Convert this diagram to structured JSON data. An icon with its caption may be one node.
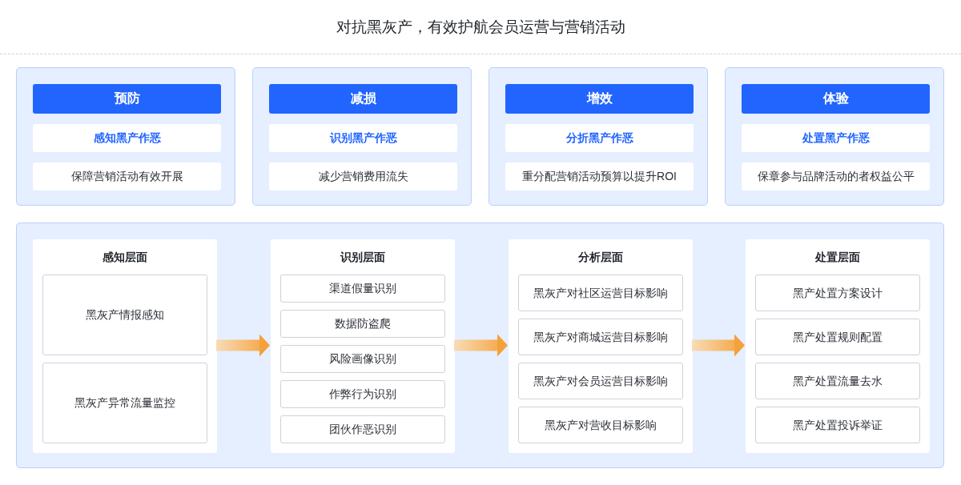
{
  "diagram": {
    "title": "对抗黑灰产，有效护航会员运营与营销活动",
    "nodes": [
      {
        "text": [],
        "shape": "box"
      },
      {
        "text": [
          "预防"
        ],
        "in": 0
      },
      {
        "text": [
          "感知黑产作恶"
        ],
        "in": 0
      },
      {
        "text": [
          "保障营销活动有效开展"
        ],
        "in": 0
      },
      {
        "text": [],
        "shape": "box"
      },
      {
        "text": [
          "减损"
        ],
        "in": 4
      },
      {
        "text": [
          "识别黑产作恶"
        ],
        "in": 4
      },
      {
        "text": [
          "减少营销费用流失"
        ],
        "in": 4
      },
      {
        "text": [],
        "shape": "box"
      },
      {
        "text": [
          "增效"
        ],
        "in": 8
      },
      {
        "text": [
          "分折黑产作恶"
        ],
        "in": 8
      },
      {
        "text": [
          "重分配营销活动预算以提升ROI"
        ],
        "in": 8
      },
      {
        "text": [],
        "shape": "box"
      },
      {
        "text": [
          "体验"
        ],
        "in": 12
      },
      {
        "text": [
          "处置黑产作恶"
        ],
        "in": 12
      },
      {
        "text": [
          "保章参与品牌活动的者权益公平"
        ],
        "in": 12
      },
      {
        "text": [],
        "shape": "box"
      },
      {
        "text": [
          "感知层面"
        ],
        "in": 16
      },
      {
        "text": [
          "黑灰产情报感知"
        ],
        "in": 17
      },
      {
        "text": [
          "黑灰产异常流量监控"
        ],
        "in": 17
      },
      {
        "text": [
          "识别层面"
        ],
        "in": 16
      },
      {
        "text": [
          "渠道假量识别"
        ],
        "in": 20
      },
      {
        "text": [
          "数据防盗爬"
        ],
        "in": 20
      },
      {
        "text": [
          "风险画像识别"
        ],
        "in": 20
      },
      {
        "text": [
          "作弊行为识别"
        ],
        "in": 20
      },
      {
        "text": [
          "团伙作恶识别"
        ],
        "in": 20
      },
      {
        "text": [
          "分析层面"
        ],
        "in": 16
      },
      {
        "text": [
          "黑灰产对社区运营目标影响"
        ],
        "in": 26
      },
      {
        "text": [
          "黑灰产对商城运营目标影响"
        ],
        "in": 26
      },
      {
        "text": [
          "黑灰产对会员运营目标影响"
        ],
        "in": 26
      },
      {
        "text": [
          "黑灰产对营收目标影响"
        ],
        "in": 26
      },
      {
        "text": [
          "处置层面"
        ],
        "in": 16
      },
      {
        "text": [
          "黑产处置方案设计"
        ],
        "in": 31
      },
      {
        "text": [
          "黑产处置规则配置"
        ],
        "in": 31
      },
      {
        "text": [
          "黑产处置流量去水"
        ],
        "in": 31
      },
      {
        "text": [
          "黑产处置投诉举证"
        ],
        "in": 31
      }
    ],
    "edges": [
      {
        "from": 17,
        "to": 20,
        "arrow": "to",
        "style": "thick"
      },
      {
        "from": 20,
        "to": 26,
        "arrow": "to",
        "style": "thick"
      },
      {
        "from": 26,
        "to": 31,
        "arrow": "to",
        "style": "thick"
      }
    ]
  }
}
